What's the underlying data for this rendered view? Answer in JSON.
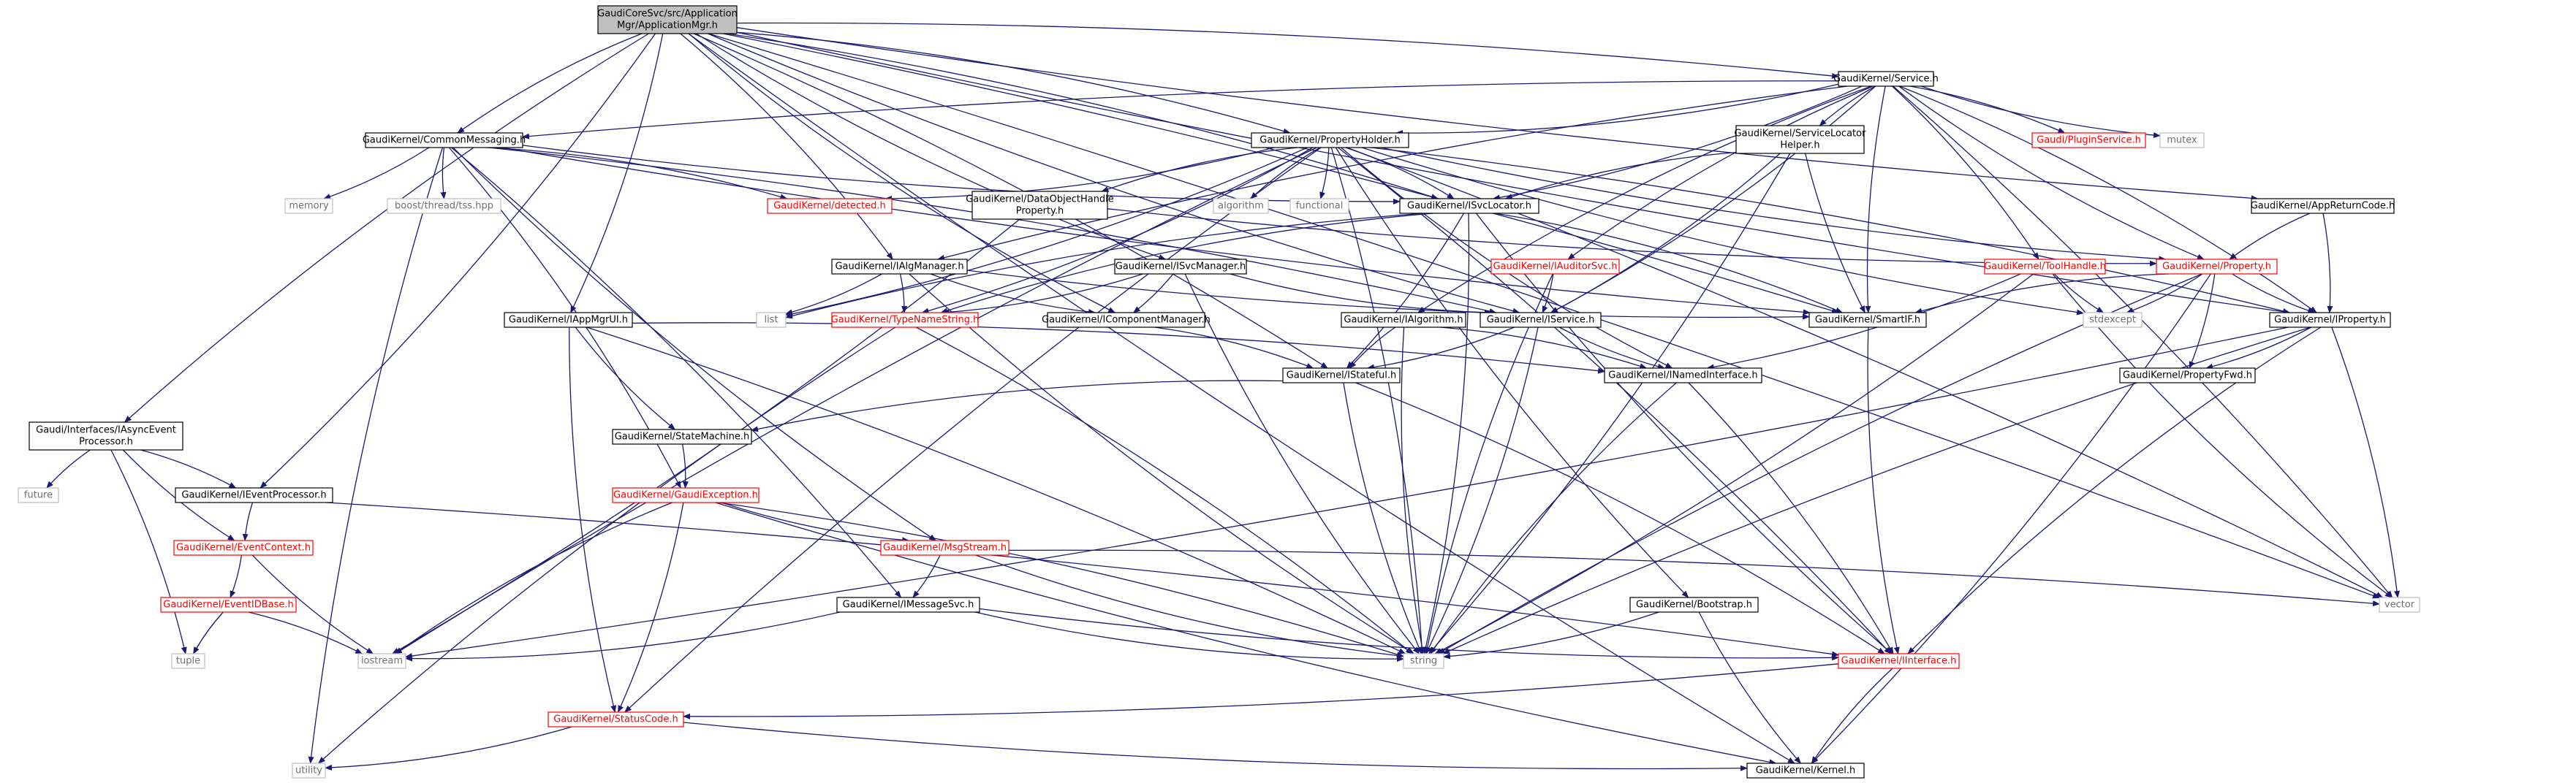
{
  "colors": {
    "edge": "#191970",
    "normal_border": "#000000",
    "normal_text": "#000000",
    "red_border": "#ff0000",
    "red_text": "#ff0000",
    "external_border": "#bfbfbf",
    "external_text": "#6f6f6f",
    "root_fill": "#bfbfbf",
    "node_fill": "#ffffff"
  },
  "nodes": [
    {
      "id": "root",
      "lines": [
        "GaudiCoreSvc/src/Application",
        "Mgr/ApplicationMgr.h"
      ],
      "style": "root"
    },
    {
      "id": "service",
      "lines": [
        "GaudiKernel/Service.h"
      ],
      "style": "normal"
    },
    {
      "id": "commonmessaging",
      "lines": [
        "GaudiKernel/CommonMessaging.h"
      ],
      "style": "normal"
    },
    {
      "id": "propertyholder",
      "lines": [
        "GaudiKernel/PropertyHolder.h"
      ],
      "style": "normal"
    },
    {
      "id": "servicelocatorhelper",
      "lines": [
        "GaudiKernel/ServiceLocator",
        "Helper.h"
      ],
      "style": "normal"
    },
    {
      "id": "pluginservice",
      "lines": [
        "Gaudi/PluginService.h"
      ],
      "style": "red"
    },
    {
      "id": "mutex",
      "lines": [
        "mutex"
      ],
      "style": "external"
    },
    {
      "id": "memory",
      "lines": [
        "memory"
      ],
      "style": "external"
    },
    {
      "id": "threadtss",
      "lines": [
        "boost/thread/tss.hpp"
      ],
      "style": "external"
    },
    {
      "id": "detected",
      "lines": [
        "GaudiKernel/detected.h"
      ],
      "style": "red"
    },
    {
      "id": "algorithm",
      "lines": [
        "algorithm"
      ],
      "style": "external"
    },
    {
      "id": "functional",
      "lines": [
        "functional"
      ],
      "style": "external"
    },
    {
      "id": "dataobjecthandle",
      "lines": [
        "GaudiKernel/DataObjectHandle",
        "Property.h"
      ],
      "style": "normal"
    },
    {
      "id": "isvclocator",
      "lines": [
        "GaudiKernel/ISvcLocator.h"
      ],
      "style": "normal"
    },
    {
      "id": "appreturncode",
      "lines": [
        "GaudiKernel/AppReturnCode.h"
      ],
      "style": "normal"
    },
    {
      "id": "property",
      "lines": [
        "GaudiKernel/Property.h"
      ],
      "style": "red"
    },
    {
      "id": "ialgmanager",
      "lines": [
        "GaudiKernel/IAlgManager.h"
      ],
      "style": "normal"
    },
    {
      "id": "isvcmanager",
      "lines": [
        "GaudiKernel/ISvcManager.h"
      ],
      "style": "normal"
    },
    {
      "id": "iauditorsvc",
      "lines": [
        "GaudiKernel/IAuditorSvc.h"
      ],
      "style": "red"
    },
    {
      "id": "toolhandle",
      "lines": [
        "GaudiKernel/ToolHandle.h"
      ],
      "style": "red"
    },
    {
      "id": "list",
      "lines": [
        "list"
      ],
      "style": "external"
    },
    {
      "id": "typenamestring",
      "lines": [
        "GaudiKernel/TypeNameString.h"
      ],
      "style": "red"
    },
    {
      "id": "icomponentmanager",
      "lines": [
        "GaudiKernel/IComponentManager.h"
      ],
      "style": "normal"
    },
    {
      "id": "ialgorithm",
      "lines": [
        "GaudiKernel/IAlgorithm.h"
      ],
      "style": "normal"
    },
    {
      "id": "iservice",
      "lines": [
        "GaudiKernel/IService.h"
      ],
      "style": "normal"
    },
    {
      "id": "smartif",
      "lines": [
        "GaudiKernel/SmartIF.h"
      ],
      "style": "normal"
    },
    {
      "id": "stdexcept",
      "lines": [
        "stdexcept"
      ],
      "style": "external"
    },
    {
      "id": "iproperty",
      "lines": [
        "GaudiKernel/IProperty.h"
      ],
      "style": "normal"
    },
    {
      "id": "iappmgrui",
      "lines": [
        "GaudiKernel/IAppMgrUI.h"
      ],
      "style": "normal"
    },
    {
      "id": "istateful",
      "lines": [
        "GaudiKernel/IStateful.h"
      ],
      "style": "normal"
    },
    {
      "id": "inamedinterface",
      "lines": [
        "GaudiKernel/INamedInterface.h"
      ],
      "style": "normal"
    },
    {
      "id": "propertyfwd",
      "lines": [
        "GaudiKernel/PropertyFwd.h"
      ],
      "style": "normal"
    },
    {
      "id": "iasynceventprocessor",
      "lines": [
        "Gaudi/Interfaces/IAsyncEvent",
        "Processor.h"
      ],
      "style": "normal"
    },
    {
      "id": "statemachine",
      "lines": [
        "GaudiKernel/StateMachine.h"
      ],
      "style": "normal"
    },
    {
      "id": "future",
      "lines": [
        "future"
      ],
      "style": "external"
    },
    {
      "id": "ieventprocessor",
      "lines": [
        "GaudiKernel/IEventProcessor.h"
      ],
      "style": "normal"
    },
    {
      "id": "gaudiexception",
      "lines": [
        "GaudiKernel/GaudiException.h"
      ],
      "style": "red"
    },
    {
      "id": "eventcontext",
      "lines": [
        "GaudiKernel/EventContext.h"
      ],
      "style": "red"
    },
    {
      "id": "msgstream",
      "lines": [
        "GaudiKernel/MsgStream.h"
      ],
      "style": "red"
    },
    {
      "id": "vector",
      "lines": [
        "vector"
      ],
      "style": "external"
    },
    {
      "id": "eventidbase",
      "lines": [
        "GaudiKernel/EventIDBase.h"
      ],
      "style": "red"
    },
    {
      "id": "imessagesvc",
      "lines": [
        "GaudiKernel/IMessageSvc.h"
      ],
      "style": "normal"
    },
    {
      "id": "bootstrap",
      "lines": [
        "GaudiKernel/Bootstrap.h"
      ],
      "style": "normal"
    },
    {
      "id": "tuple",
      "lines": [
        "tuple"
      ],
      "style": "external"
    },
    {
      "id": "iostream",
      "lines": [
        "iostream"
      ],
      "style": "external"
    },
    {
      "id": "string",
      "lines": [
        "string"
      ],
      "style": "external"
    },
    {
      "id": "iinterface",
      "lines": [
        "GaudiKernel/IInterface.h"
      ],
      "style": "red"
    },
    {
      "id": "statuscode",
      "lines": [
        "GaudiKernel/StatusCode.h"
      ],
      "style": "red"
    },
    {
      "id": "utility",
      "lines": [
        "utility"
      ],
      "style": "external"
    },
    {
      "id": "kernel",
      "lines": [
        "GaudiKernel/Kernel.h"
      ],
      "style": "normal"
    }
  ],
  "edges": [
    [
      "root",
      "service"
    ],
    [
      "root",
      "commonmessaging"
    ],
    [
      "root",
      "propertyholder"
    ],
    [
      "root",
      "appreturncode"
    ],
    [
      "root",
      "ialgmanager"
    ],
    [
      "root",
      "isvcmanager"
    ],
    [
      "root",
      "iappmgrui"
    ],
    [
      "root",
      "iasynceventprocessor"
    ],
    [
      "root",
      "ieventprocessor"
    ],
    [
      "root",
      "iproperty"
    ],
    [
      "root",
      "vector"
    ],
    [
      "root",
      "kernel"
    ],
    [
      "root",
      "smartif"
    ],
    [
      "root",
      "icomponentmanager"
    ],
    [
      "root",
      "istateful"
    ],
    [
      "root",
      "iservice"
    ],
    [
      "root",
      "isvclocator"
    ],
    [
      "service",
      "commonmessaging"
    ],
    [
      "service",
      "propertyholder"
    ],
    [
      "service",
      "servicelocatorhelper"
    ],
    [
      "service",
      "pluginservice"
    ],
    [
      "service",
      "mutex"
    ],
    [
      "service",
      "isvclocator"
    ],
    [
      "service",
      "iauditorsvc"
    ],
    [
      "service",
      "toolhandle"
    ],
    [
      "service",
      "property"
    ],
    [
      "service",
      "iproperty"
    ],
    [
      "service",
      "smartif"
    ],
    [
      "service",
      "iservice"
    ],
    [
      "service",
      "ialgorithm"
    ],
    [
      "service",
      "vector"
    ],
    [
      "service",
      "ialgmanager"
    ],
    [
      "commonmessaging",
      "memory"
    ],
    [
      "commonmessaging",
      "threadtss"
    ],
    [
      "commonmessaging",
      "detected"
    ],
    [
      "commonmessaging",
      "isvclocator"
    ],
    [
      "commonmessaging",
      "imessagesvc"
    ],
    [
      "commonmessaging",
      "msgstream"
    ],
    [
      "commonmessaging",
      "gaudiexception"
    ],
    [
      "commonmessaging",
      "utility"
    ],
    [
      "commonmessaging",
      "iservice"
    ],
    [
      "commonmessaging",
      "smartif"
    ],
    [
      "propertyholder",
      "detected"
    ],
    [
      "propertyholder",
      "algorithm"
    ],
    [
      "propertyholder",
      "functional"
    ],
    [
      "propertyholder",
      "dataobjecthandle"
    ],
    [
      "propertyholder",
      "isvclocator"
    ],
    [
      "propertyholder",
      "property"
    ],
    [
      "propertyholder",
      "iproperty"
    ],
    [
      "propertyholder",
      "inamedinterface"
    ],
    [
      "propertyholder",
      "iinterface"
    ],
    [
      "propertyholder",
      "bootstrap"
    ],
    [
      "propertyholder",
      "string"
    ],
    [
      "propertyholder",
      "iostream"
    ],
    [
      "propertyholder",
      "list"
    ],
    [
      "propertyholder",
      "statuscode"
    ],
    [
      "propertyholder",
      "vector"
    ],
    [
      "propertyholder",
      "stdexcept"
    ],
    [
      "propertyholder",
      "typenamestring"
    ],
    [
      "servicelocatorhelper",
      "isvclocator"
    ],
    [
      "servicelocatorhelper",
      "iservice"
    ],
    [
      "servicelocatorhelper",
      "smartif"
    ],
    [
      "servicelocatorhelper",
      "string"
    ],
    [
      "dataobjecthandle",
      "property"
    ],
    [
      "dataobjecthandle",
      "iostream"
    ],
    [
      "isvclocator",
      "iinterface"
    ],
    [
      "isvclocator",
      "smartif"
    ],
    [
      "isvclocator",
      "list"
    ],
    [
      "isvclocator",
      "string"
    ],
    [
      "isvclocator",
      "typenamestring"
    ],
    [
      "isvclocator",
      "istateful"
    ],
    [
      "appreturncode",
      "property"
    ],
    [
      "appreturncode",
      "iproperty"
    ],
    [
      "property",
      "iproperty"
    ],
    [
      "property",
      "propertyfwd"
    ],
    [
      "property",
      "smartif"
    ],
    [
      "property",
      "stdexcept"
    ],
    [
      "property",
      "string"
    ],
    [
      "property",
      "kernel"
    ],
    [
      "ialgmanager",
      "icomponentmanager"
    ],
    [
      "ialgmanager",
      "list"
    ],
    [
      "ialgmanager",
      "smartif"
    ],
    [
      "ialgmanager",
      "typenamestring"
    ],
    [
      "ialgmanager",
      "string"
    ],
    [
      "isvcmanager",
      "icomponentmanager"
    ],
    [
      "isvcmanager",
      "iservice"
    ],
    [
      "isvcmanager",
      "typenamestring"
    ],
    [
      "isvcmanager",
      "string"
    ],
    [
      "iauditorsvc",
      "iservice"
    ],
    [
      "iauditorsvc",
      "string"
    ],
    [
      "toolhandle",
      "inamedinterface"
    ],
    [
      "toolhandle",
      "stdexcept"
    ],
    [
      "toolhandle",
      "string"
    ],
    [
      "toolhandle",
      "vector"
    ],
    [
      "typenamestring",
      "string"
    ],
    [
      "typenamestring",
      "utility"
    ],
    [
      "icomponentmanager",
      "istateful"
    ],
    [
      "ialgorithm",
      "istateful"
    ],
    [
      "ialgorithm",
      "inamedinterface"
    ],
    [
      "ialgorithm",
      "string"
    ],
    [
      "iservice",
      "istateful"
    ],
    [
      "iservice",
      "inamedinterface"
    ],
    [
      "iservice",
      "string"
    ],
    [
      "smartif",
      "iinterface"
    ],
    [
      "iproperty",
      "propertyfwd"
    ],
    [
      "iproperty",
      "iinterface"
    ],
    [
      "iproperty",
      "iostream"
    ],
    [
      "iproperty",
      "string"
    ],
    [
      "iproperty",
      "vector"
    ],
    [
      "iappmgrui",
      "statemachine"
    ],
    [
      "iappmgrui",
      "inamedinterface"
    ],
    [
      "iappmgrui",
      "statuscode"
    ],
    [
      "iappmgrui",
      "string"
    ],
    [
      "istateful",
      "statemachine"
    ],
    [
      "istateful",
      "iinterface"
    ],
    [
      "istateful",
      "string"
    ],
    [
      "inamedinterface",
      "iinterface"
    ],
    [
      "inamedinterface",
      "string"
    ],
    [
      "iasynceventprocessor",
      "ieventprocessor"
    ],
    [
      "iasynceventprocessor",
      "future"
    ],
    [
      "iasynceventprocessor",
      "tuple"
    ],
    [
      "iasynceventprocessor",
      "eventcontext"
    ],
    [
      "statemachine",
      "gaudiexception"
    ],
    [
      "ieventprocessor",
      "eventcontext"
    ],
    [
      "ieventprocessor",
      "iinterface"
    ],
    [
      "gaudiexception",
      "msgstream"
    ],
    [
      "gaudiexception",
      "statuscode"
    ],
    [
      "gaudiexception",
      "iostream"
    ],
    [
      "gaudiexception",
      "string"
    ],
    [
      "gaudiexception",
      "kernel"
    ],
    [
      "eventcontext",
      "eventidbase"
    ],
    [
      "eventcontext",
      "iostream"
    ],
    [
      "msgstream",
      "imessagesvc"
    ],
    [
      "msgstream",
      "string"
    ],
    [
      "msgstream",
      "vector"
    ],
    [
      "eventidbase",
      "tuple"
    ],
    [
      "eventidbase",
      "iostream"
    ],
    [
      "imessagesvc",
      "iinterface"
    ],
    [
      "imessagesvc",
      "iostream"
    ],
    [
      "imessagesvc",
      "string"
    ],
    [
      "bootstrap",
      "string"
    ],
    [
      "bootstrap",
      "kernel"
    ],
    [
      "iinterface",
      "statuscode"
    ],
    [
      "iinterface",
      "kernel"
    ],
    [
      "statuscode",
      "utility"
    ],
    [
      "statuscode",
      "kernel"
    ]
  ]
}
